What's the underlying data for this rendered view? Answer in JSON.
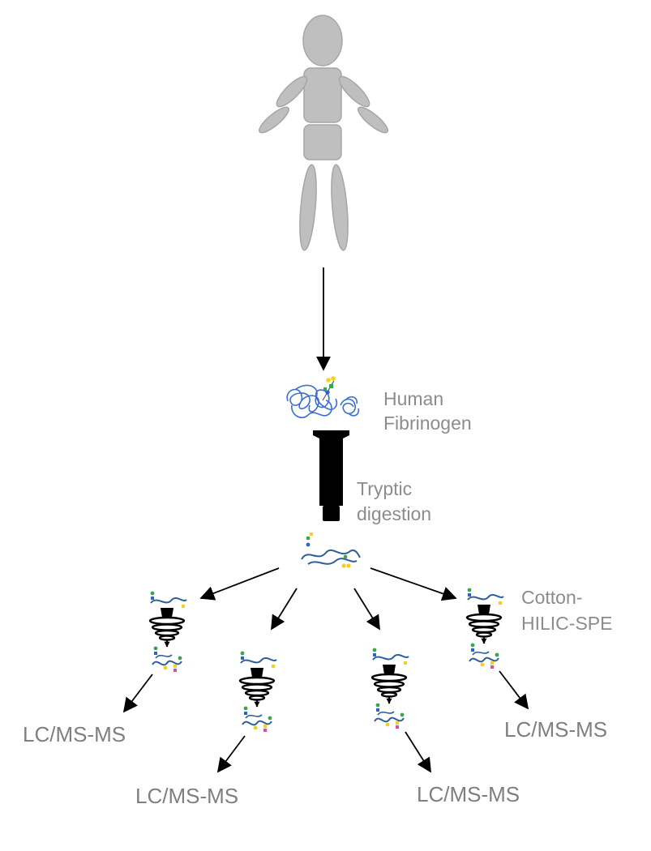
{
  "labels": {
    "protein_line1": "Human",
    "protein_line2": "Fibrinogen",
    "digestion_line1": "Tryptic",
    "digestion_line2": "digestion",
    "spe_line1": "Cotton-",
    "spe_line2": "HILIC-SPE"
  },
  "outputs": [
    "LC/MS-MS",
    "LC/MS-MS",
    "LC/MS-MS",
    "LC/MS-MS"
  ],
  "colors": {
    "figure": "#bfbfbf",
    "figure_outline": "#a6a6a6",
    "protein": "#3b6fd1",
    "peptide": "#2f5f9a",
    "glycan_yellow": "#f2d21b",
    "glycan_green": "#3aa64a",
    "glycan_blue": "#2a63c9",
    "glycan_pink": "#d84fa0",
    "device": "#000000",
    "label_text": "#8c8c8c"
  },
  "icons": [
    "human-figure-icon",
    "fibrinogen-protein-icon",
    "digestion-column-icon",
    "glycopeptide-mixture-icon",
    "spe-tip-icon",
    "arrow-icon"
  ]
}
